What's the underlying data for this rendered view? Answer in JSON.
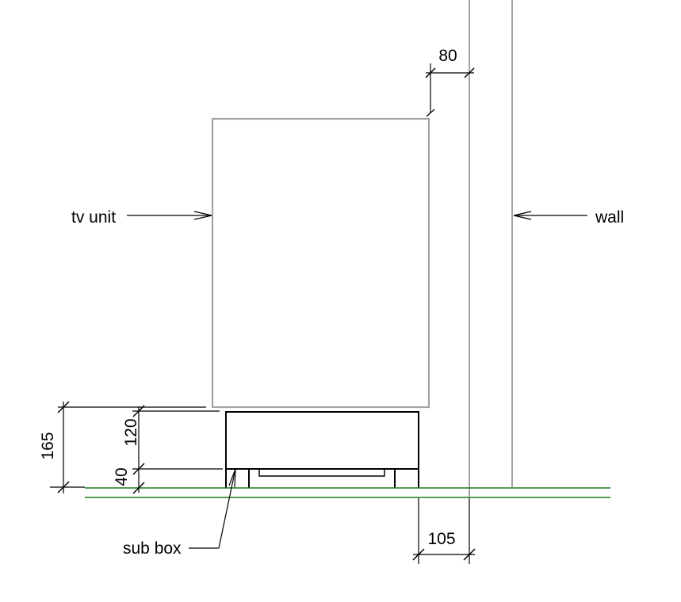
{
  "colors": {
    "line_black": "#000000",
    "structure_gray": "#a3a3a3",
    "floor_green": "#1a7a1a",
    "background": "#ffffff"
  },
  "drawing": {
    "labels": {
      "tv_unit": "tv unit",
      "wall": "wall",
      "sub_box": "sub box"
    },
    "dimensions": {
      "tv_top_to_wall": "80",
      "stand_total_height": "165",
      "cabinet_height": "120",
      "plinth_height": "40",
      "cabinet_to_wall": "105"
    }
  }
}
